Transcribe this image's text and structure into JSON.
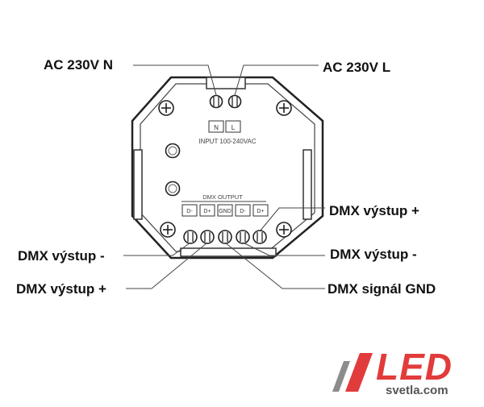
{
  "callouts": {
    "ac_n": "AC 230V N",
    "ac_l": "AC 230V L",
    "dmx_plus_right": "DMX výstup +",
    "dmx_minus_left": "DMX výstup -",
    "dmx_minus_right": "DMX výstup -",
    "dmx_plus_left": "DMX výstup +",
    "dmx_gnd": "DMX signál GND"
  },
  "device": {
    "input_terminals": [
      "N",
      "L"
    ],
    "input_label": "INPUT 100-240VAC",
    "output_header": "DMX OUTPUT",
    "output_terminals": [
      "D-",
      "D+",
      "GND",
      "D-",
      "D+"
    ]
  },
  "logo": {
    "brand": "LED",
    "website": "svetla.com"
  },
  "colors": {
    "line": "#333333",
    "logo_red": "#e23b3b",
    "logo_gray": "#8c8c8c"
  }
}
